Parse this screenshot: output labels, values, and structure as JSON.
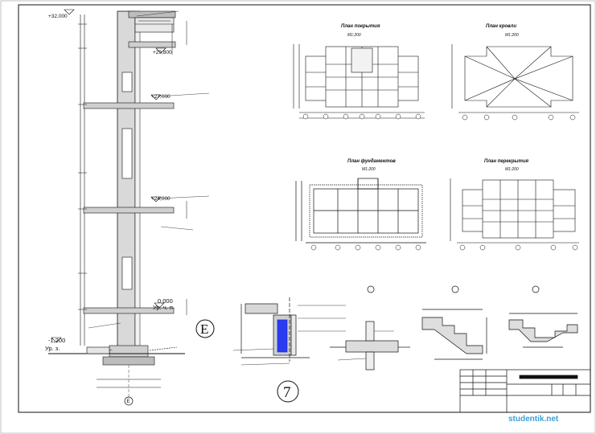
{
  "levels": {
    "top": "+32,000",
    "l29": "+29,800",
    "l27": "+27,000",
    "l24": "+24,000",
    "zero": "0,000",
    "zero_sub": "Ур. ч. п.",
    "base": "-1,200",
    "base_sub": "Ур. з."
  },
  "plan_titles": {
    "roof": "План покрытия",
    "roof_scale": "М1:200",
    "krovli": "План кровли",
    "krovli_scale": "М1:200",
    "found": "План фундаментов",
    "found_scale": "М1:200",
    "floor": "План перекрытия",
    "floor_scale": "М1:200"
  },
  "markers": {
    "E": "Е",
    "seven": "7",
    "axis_bottom": "Е"
  },
  "watermark": "studentik.net",
  "colors": {
    "line": "#111111",
    "accent": "#1a2bd6",
    "watermark": "#3aa0d8"
  }
}
